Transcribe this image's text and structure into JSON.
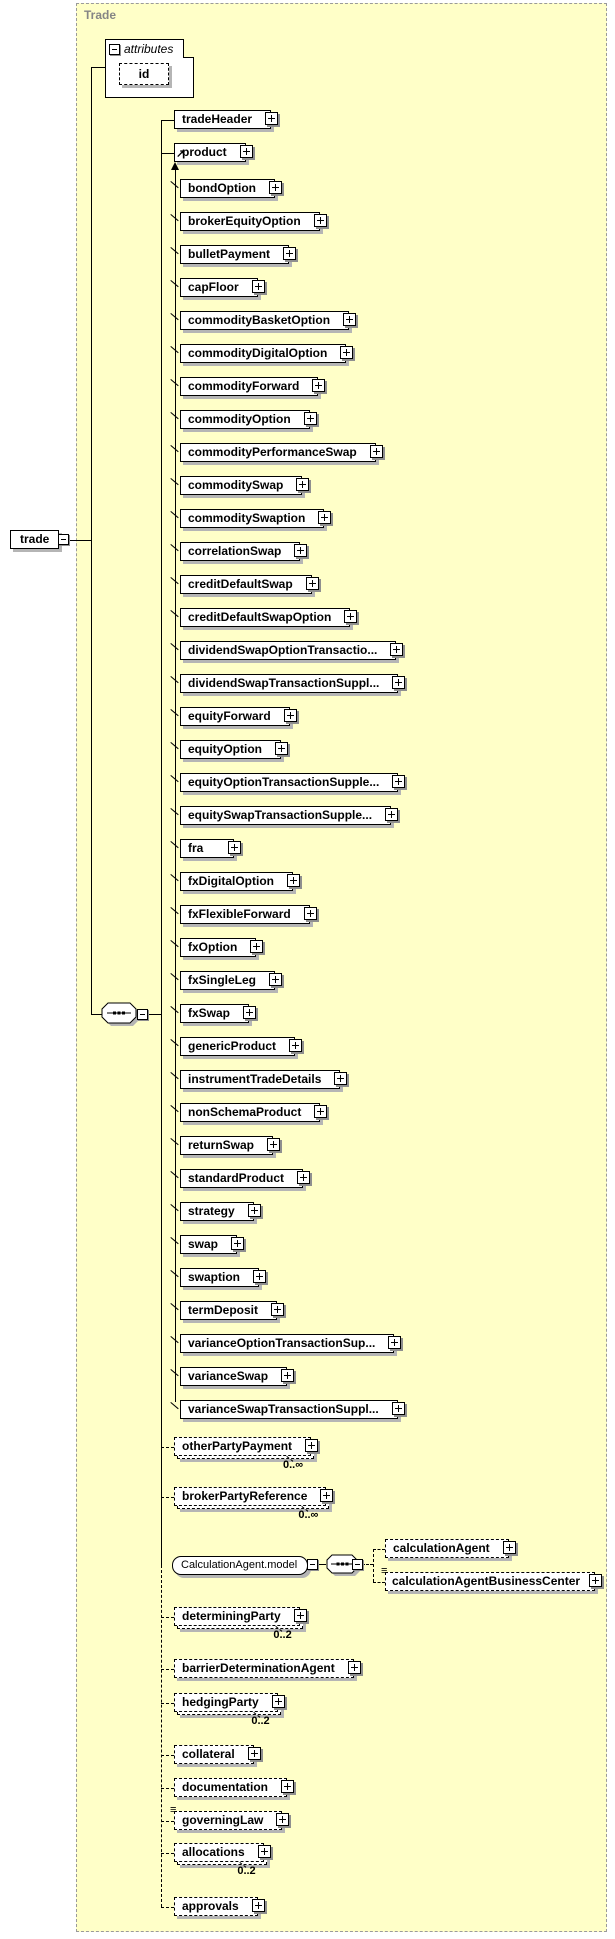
{
  "frame": {
    "label": "Trade"
  },
  "root_element": {
    "name": "trade"
  },
  "attributes_panel": {
    "label": "attributes",
    "attributes": [
      {
        "name": "id"
      }
    ]
  },
  "children": [
    {
      "name": "tradeHeader",
      "style": "solid"
    },
    {
      "name": "product",
      "style": "solid",
      "substitution_head": true
    },
    {
      "name": "otherPartyPayment",
      "style": "multi",
      "occurs": "0..∞"
    },
    {
      "name": "brokerPartyReference",
      "style": "multi",
      "occurs": "0..∞"
    },
    {
      "name": "CalculationAgent.model",
      "style": "group"
    },
    {
      "name": "determiningParty",
      "style": "multi",
      "occurs": "0..2"
    },
    {
      "name": "barrierDeterminationAgent",
      "style": "dashed"
    },
    {
      "name": "hedgingParty",
      "style": "multi",
      "occurs": "0..2"
    },
    {
      "name": "collateral",
      "style": "dashed"
    },
    {
      "name": "documentation",
      "style": "dashed"
    },
    {
      "name": "governingLaw",
      "style": "dashed",
      "nillable": true
    },
    {
      "name": "allocations",
      "style": "multi",
      "occurs": "0..2"
    },
    {
      "name": "approvals",
      "style": "dashed"
    }
  ],
  "calc_group": {
    "name": "CalculationAgent.model",
    "children": [
      {
        "name": "calculationAgent",
        "style": "dashed"
      },
      {
        "name": "calculationAgentBusinessCenter",
        "style": "dashed",
        "nillable": true
      }
    ]
  },
  "product_members": [
    "bondOption",
    "brokerEquityOption",
    "bulletPayment",
    "capFloor",
    "commodityBasketOption",
    "commodityDigitalOption",
    "commodityForward",
    "commodityOption",
    "commodityPerformanceSwap",
    "commoditySwap",
    "commoditySwaption",
    "correlationSwap",
    "creditDefaultSwap",
    "creditDefaultSwapOption",
    "dividendSwapOptionTransactio...",
    "dividendSwapTransactionSuppl...",
    "equityForward",
    "equityOption",
    "equityOptionTransactionSupple...",
    "equitySwapTransactionSupple...",
    "fra",
    "fxDigitalOption",
    "fxFlexibleForward",
    "fxOption",
    "fxSingleLeg",
    "fxSwap",
    "genericProduct",
    "instrumentTradeDetails",
    "nonSchemaProduct",
    "returnSwap",
    "standardProduct",
    "strategy",
    "swap",
    "swaption",
    "termDeposit",
    "varianceOptionTransactionSup...",
    "varianceSwap",
    "varianceSwapTransactionSuppl..."
  ],
  "icons": {
    "expand": "plus-icon",
    "collapse": "minus-icon",
    "compositor": "sequence-dots-icon",
    "substitution_head": "ne-arrow-icon",
    "substitution_member": "diagonal-connector",
    "nillable": "triple-bar-icon"
  },
  "colors": {
    "canvas": "#ffffff",
    "frame_fill": "#ffffc8",
    "frame_border": "#9a9a9a",
    "frame_label": "#858585",
    "box_fill": "#ffffff",
    "box_border": "#000000",
    "shadow": "#b5b5b5"
  }
}
